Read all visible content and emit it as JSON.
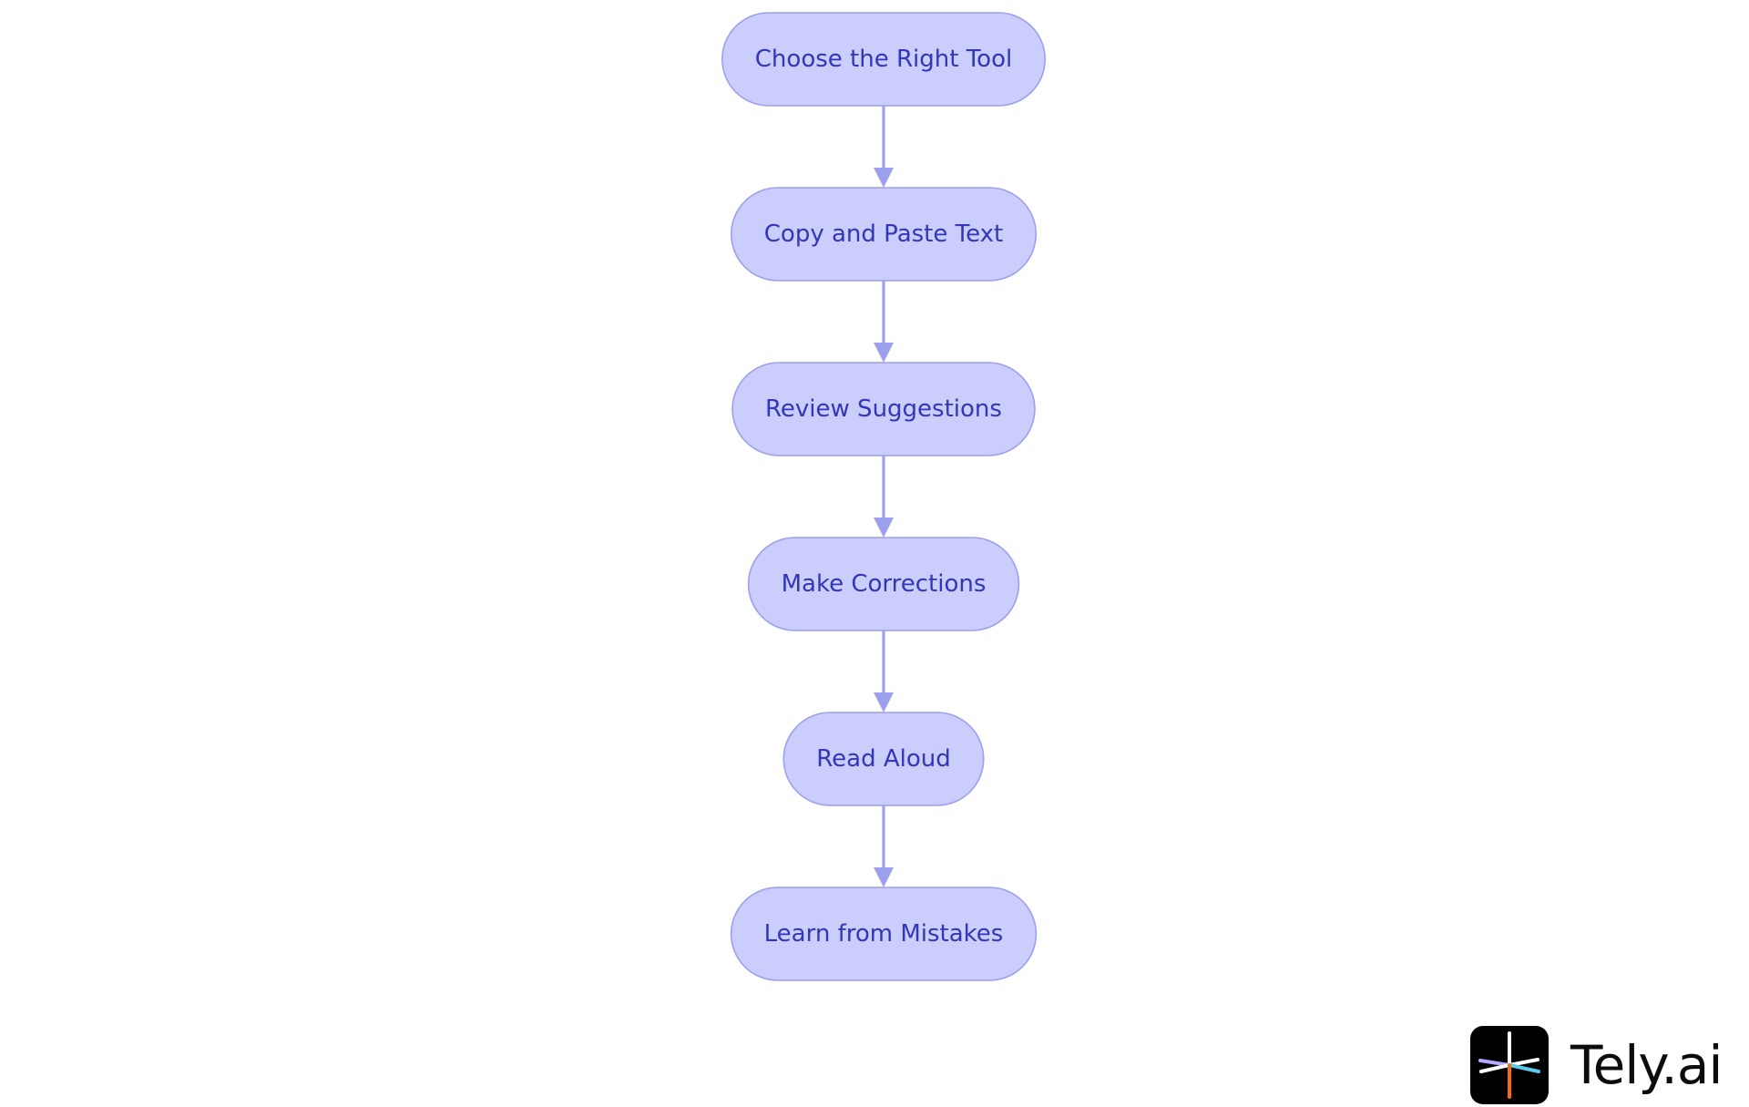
{
  "diagram": {
    "type": "flowchart",
    "direction": "top-to-bottom",
    "colors": {
      "node_fill": "#cbcdfc",
      "node_border": "#9ca0ee",
      "node_text": "#3236b8",
      "edge": "#9ca0ee"
    },
    "nodes": [
      {
        "id": "choose-tool",
        "label": "Choose the Right Tool"
      },
      {
        "id": "copy-paste",
        "label": "Copy and Paste Text"
      },
      {
        "id": "review",
        "label": "Review Suggestions"
      },
      {
        "id": "corrections",
        "label": "Make Corrections"
      },
      {
        "id": "read-aloud",
        "label": "Read Aloud"
      },
      {
        "id": "learn",
        "label": "Learn from Mistakes"
      }
    ],
    "edges": [
      {
        "from": "choose-tool",
        "to": "copy-paste"
      },
      {
        "from": "copy-paste",
        "to": "review"
      },
      {
        "from": "review",
        "to": "corrections"
      },
      {
        "from": "corrections",
        "to": "read-aloud"
      },
      {
        "from": "read-aloud",
        "to": "learn"
      }
    ]
  },
  "brand": {
    "name": "Tely.ai",
    "logo_icon": "tely-asterisk-logo-icon",
    "colors": {
      "tile": "#000000",
      "text": "#0b0b10",
      "stroke_white": "#ffffff",
      "stroke_lavender": "#b9a8ff",
      "stroke_cyan": "#5ec8e8",
      "stroke_orange": "#f26b1d"
    }
  }
}
